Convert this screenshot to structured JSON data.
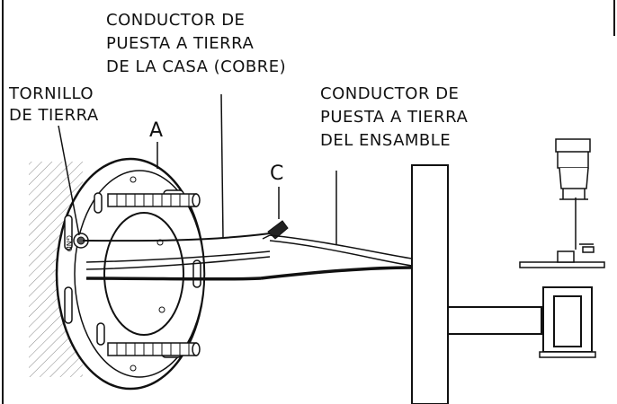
{
  "labels": {
    "house_ground": [
      "CONDUCTOR DE",
      "PUESTA A TIERRA",
      "DE LA CASA (COBRE)"
    ],
    "ground_screw": [
      "TORNILLO",
      "DE TIERRA"
    ],
    "assembly_ground": [
      "CONDUCTOR DE",
      "PUESTA A TIERRA",
      "DEL ENSAMBLE"
    ],
    "callout_a": "A",
    "callout_c": "C",
    "gnd_mark": "GND"
  }
}
